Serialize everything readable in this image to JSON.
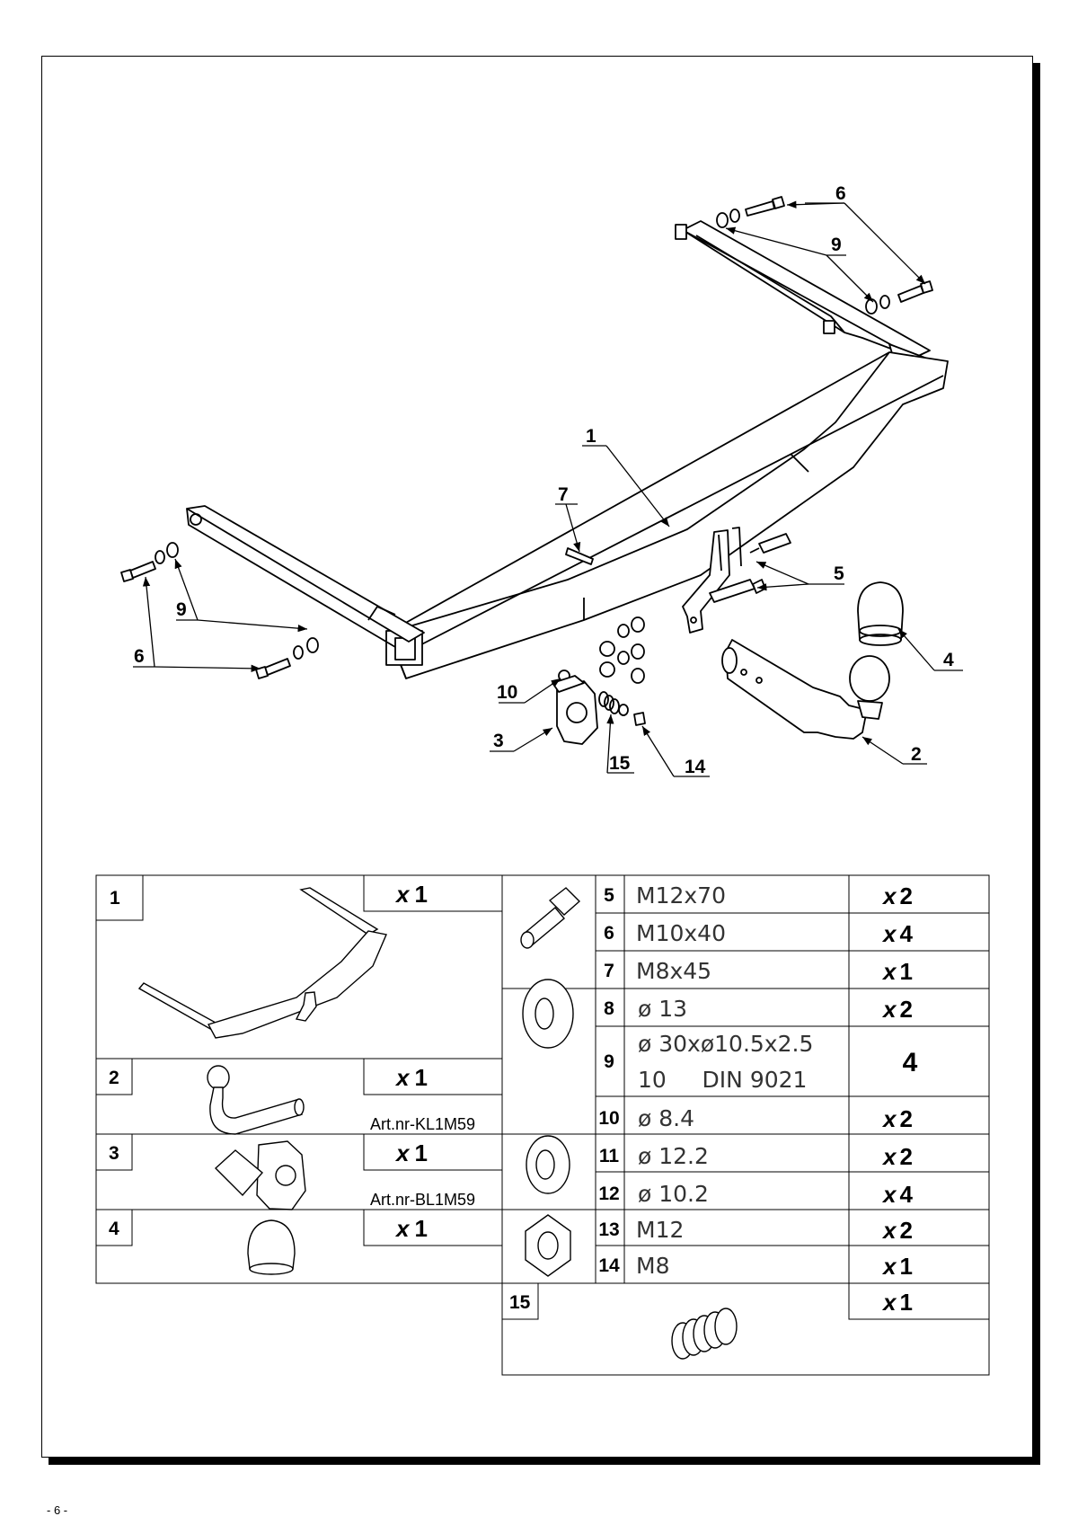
{
  "callouts": {
    "c1": "1",
    "c2": "2",
    "c3": "3",
    "c4": "4",
    "c5": "5",
    "c6a": "6",
    "c6b": "6",
    "c7": "7",
    "c9a": "9",
    "c9b": "9",
    "c10": "10",
    "c14": "14",
    "c15": "15"
  },
  "parts_left": [
    {
      "num": "1",
      "qty_prefix": "x",
      "qty": "1",
      "art": ""
    },
    {
      "num": "2",
      "qty_prefix": "x",
      "qty": "1",
      "art": "Art.nr-KL1M59"
    },
    {
      "num": "3",
      "qty_prefix": "x",
      "qty": "1",
      "art": "Art.nr-BL1M59"
    },
    {
      "num": "4",
      "qty_prefix": "x",
      "qty": "1",
      "art": ""
    }
  ],
  "parts_right": [
    {
      "num": "5",
      "spec": "M12x70",
      "qty_prefix": "x",
      "qty": "2"
    },
    {
      "num": "6",
      "spec": "M10x40",
      "qty_prefix": "x",
      "qty": "4"
    },
    {
      "num": "7",
      "spec": "M8x45",
      "qty_prefix": "x",
      "qty": "1"
    },
    {
      "num": "8",
      "spec": "ø 13",
      "qty_prefix": "x",
      "qty": "2"
    },
    {
      "num": "9",
      "spec": "ø 30xø10.5x2.5",
      "spec2": "10     DIN 9021",
      "qty_prefix": "",
      "qty": "4"
    },
    {
      "num": "10",
      "spec": "ø 8.4",
      "qty_prefix": "x",
      "qty": "2"
    },
    {
      "num": "11",
      "spec": "ø 12.2",
      "qty_prefix": "x",
      "qty": "2"
    },
    {
      "num": "12",
      "spec": "ø 10.2",
      "qty_prefix": "x",
      "qty": "4"
    },
    {
      "num": "13",
      "spec": "M12",
      "qty_prefix": "x",
      "qty": "2"
    },
    {
      "num": "14",
      "spec": "M8",
      "qty_prefix": "x",
      "qty": "1"
    },
    {
      "num": "15",
      "spec": "",
      "qty_prefix": "x",
      "qty": "1"
    }
  ],
  "page_number": "- 6 -"
}
